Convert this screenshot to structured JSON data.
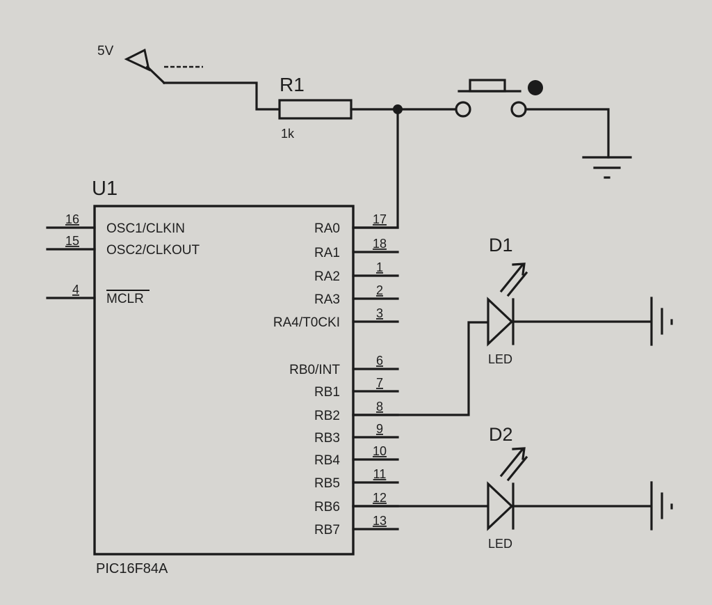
{
  "supply": {
    "label": "5V"
  },
  "resistor": {
    "ref": "R1",
    "value": "1k"
  },
  "chip": {
    "ref": "U1",
    "part": "PIC16F84A",
    "left_pins": [
      {
        "num": "16",
        "name": "OSC1/CLKIN"
      },
      {
        "num": "15",
        "name": "OSC2/CLKOUT"
      },
      {
        "num": "4",
        "name": "MCLR",
        "overbar": true
      }
    ],
    "right_pins": [
      {
        "num": "17",
        "name": "RA0"
      },
      {
        "num": "18",
        "name": "RA1"
      },
      {
        "num": "1",
        "name": "RA2"
      },
      {
        "num": "2",
        "name": "RA3"
      },
      {
        "num": "3",
        "name": "RA4/T0CKI"
      },
      {
        "num": "6",
        "name": "RB0/INT"
      },
      {
        "num": "7",
        "name": "RB1"
      },
      {
        "num": "8",
        "name": "RB2"
      },
      {
        "num": "9",
        "name": "RB3"
      },
      {
        "num": "10",
        "name": "RB4"
      },
      {
        "num": "11",
        "name": "RB5"
      },
      {
        "num": "12",
        "name": "RB6"
      },
      {
        "num": "13",
        "name": "RB7"
      }
    ]
  },
  "leds": [
    {
      "ref": "D1",
      "type": "LED",
      "pin": "RB2"
    },
    {
      "ref": "D2",
      "type": "LED",
      "pin": "RB6"
    }
  ]
}
